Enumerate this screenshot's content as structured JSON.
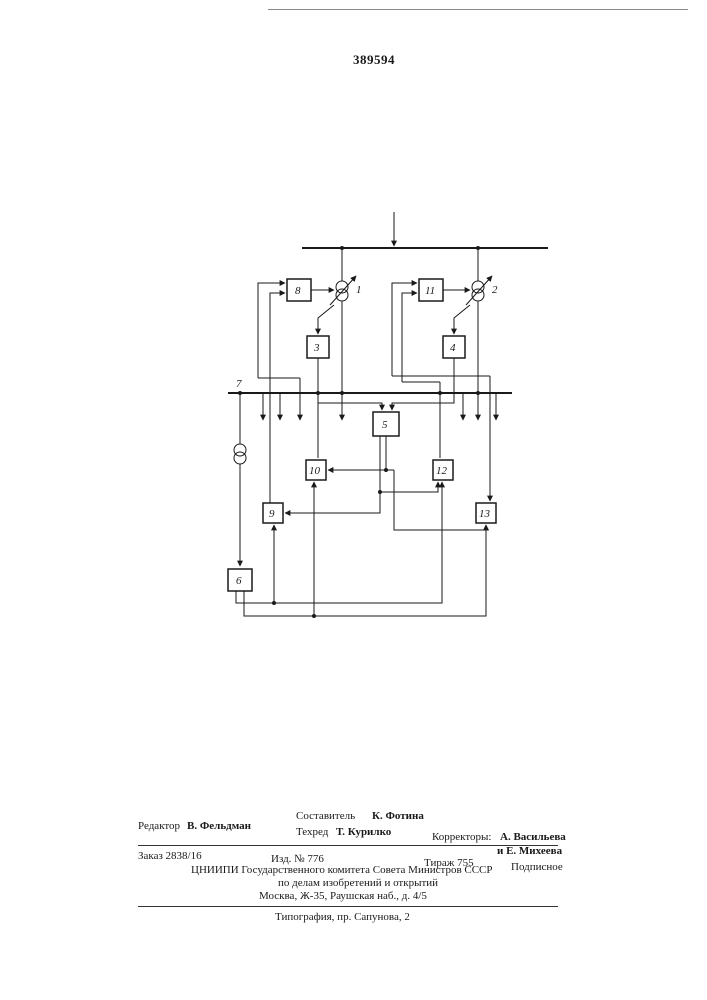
{
  "patent_number": "389594",
  "diagram": {
    "labels": {
      "b1": "1",
      "b2": "2",
      "b3": "3",
      "b4": "4",
      "b5": "5",
      "b6": "6",
      "b7": "7",
      "b8": "8",
      "b9": "9",
      "b10": "10",
      "b11": "11",
      "b12": "12",
      "b13": "13"
    }
  },
  "footer": {
    "editor_label": "Редактор",
    "editor_name": "В. Фельдман",
    "compiler_label": "Составитель",
    "compiler_name": "К. Фотина",
    "techred_label": "Техред",
    "techred_name": "Т. Курилко",
    "correctors_label": "Корректоры:",
    "corrector_1": "А. Васильева",
    "corrector_2": "и Е. Михеева",
    "order": "Заказ 2838/16",
    "edition": "Изд. № 776",
    "circulation": "Тираж 755",
    "subscription": "Подписное",
    "org_line_1": "ЦНИИПИ Государственного комитета Совета Министров СССР",
    "org_line_2": "по делам изобретений и открытий",
    "address": "Москва, Ж-35, Раушская наб., д. 4/5",
    "printer": "Типография, пр. Сапунова, 2"
  }
}
